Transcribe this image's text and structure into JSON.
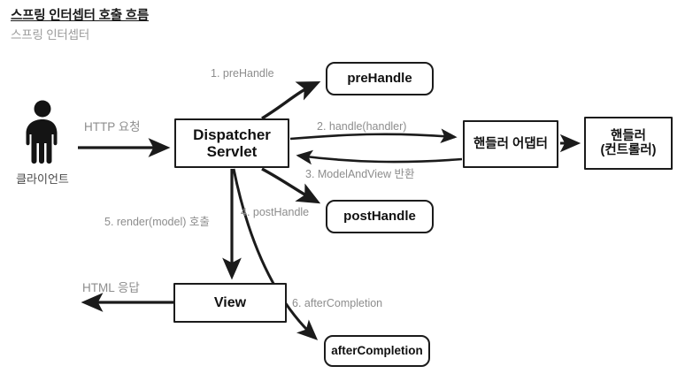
{
  "header": {
    "title": "스프링 인터셉터 호출 흐름",
    "subtitle": "스프링 인터셉터"
  },
  "diagram": {
    "type": "flow-diagram",
    "actors": [
      {
        "id": "client",
        "label": "클라이언트",
        "icon": "person-icon",
        "shape": "figure"
      }
    ],
    "nodes": [
      {
        "id": "dispatcher",
        "label": "Dispatcher\nServlet",
        "line1": "Dispatcher",
        "line2": "Servlet",
        "shape": "rect"
      },
      {
        "id": "prehandle",
        "label": "preHandle",
        "shape": "rounded"
      },
      {
        "id": "posthandle",
        "label": "postHandle",
        "shape": "rounded"
      },
      {
        "id": "aftercompletion",
        "label": "afterCompletion",
        "shape": "rounded"
      },
      {
        "id": "adapter",
        "label": "핸들러 어댑터",
        "shape": "rect"
      },
      {
        "id": "handler",
        "line1": "핸들러",
        "line2": "(컨트롤러)",
        "label": "핸들러 (컨트롤러)",
        "shape": "rect"
      },
      {
        "id": "view",
        "label": "View",
        "shape": "rect"
      }
    ],
    "edges": [
      {
        "id": "http-request",
        "label": "HTTP 요청",
        "from": "client",
        "to": "dispatcher",
        "style": "straight"
      },
      {
        "id": "html-response",
        "label": "HTML 응답",
        "from": "view",
        "to": "client",
        "style": "straight"
      },
      {
        "id": "prehandle-call",
        "label": "1. preHandle",
        "from": "dispatcher",
        "to": "prehandle",
        "style": "curve"
      },
      {
        "id": "handle-call",
        "label": "2. handle(handler)",
        "from": "dispatcher",
        "to": "adapter",
        "style": "curve"
      },
      {
        "id": "modelandview",
        "label": "3. ModelAndView 반환",
        "from": "adapter",
        "to": "dispatcher",
        "style": "curve"
      },
      {
        "id": "posthandle-call",
        "label": "4. postHandle",
        "from": "dispatcher",
        "to": "posthandle",
        "style": "curve"
      },
      {
        "id": "render-call",
        "label": "5. render(model) 호출",
        "from": "dispatcher",
        "to": "view",
        "style": "straight"
      },
      {
        "id": "aftercompletion-call",
        "label": "6. afterCompletion",
        "from": "dispatcher",
        "to": "aftercompletion",
        "style": "curve"
      },
      {
        "id": "adapter-handler",
        "label": "",
        "from": "adapter",
        "to": "handler",
        "style": "straight"
      }
    ],
    "colors": {
      "stroke": "#1b1b1b",
      "label": "#8d8d8d",
      "title": "#1a1a1a",
      "subtitle": "#9b9b9b",
      "background": "#ffffff"
    }
  }
}
